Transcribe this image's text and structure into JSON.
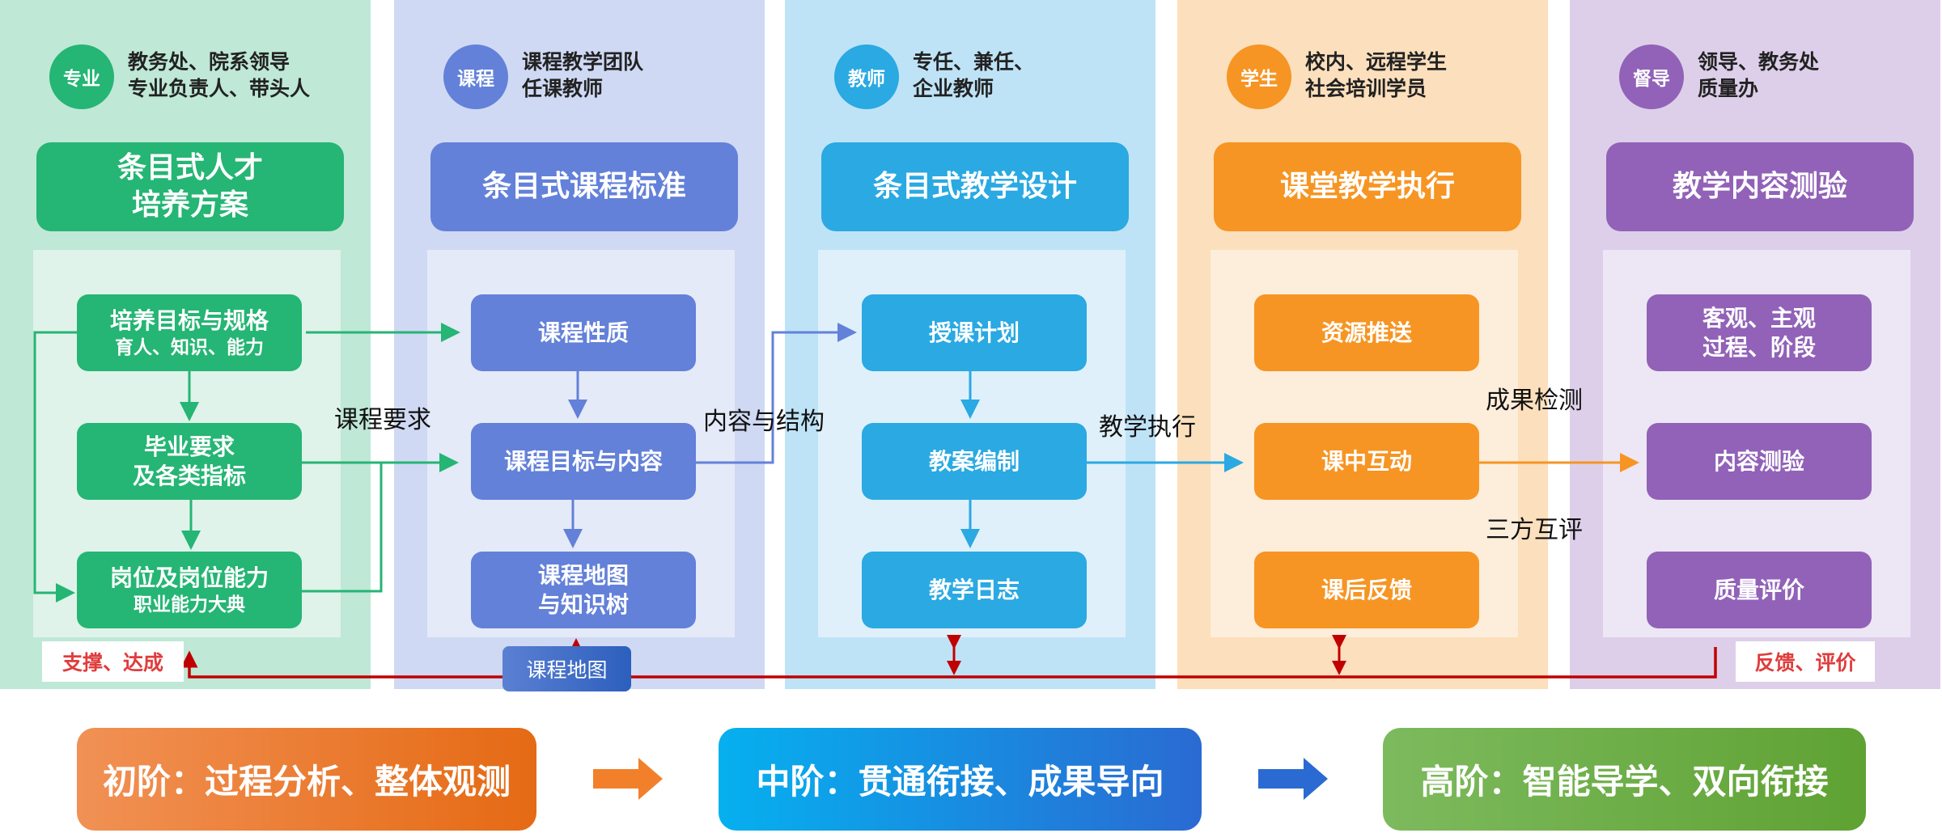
{
  "columns": [
    {
      "circle": "专业",
      "roles": "教务处、院系领导\n专业负责人、带头人",
      "header": "条目式人才\n培养方案",
      "nodes": [
        {
          "l1": "培养目标与规格",
          "l2": "育人、知识、能力"
        },
        {
          "l1": "毕业要求",
          "l2": "及各类指标",
          "big2": true
        },
        {
          "l1": "岗位及岗位能力",
          "l2": "职业能力大典"
        }
      ],
      "colors": {
        "bg": "#bfe8d6",
        "inner": "#dff3ea",
        "main": "#25b574"
      }
    },
    {
      "circle": "课程",
      "roles": "课程教学团队\n任课教师",
      "header": "条目式课程标准",
      "nodes": [
        {
          "l1": "课程性质"
        },
        {
          "l1": "课程目标与内容"
        },
        {
          "l1": "课程地图",
          "l2": "与知识树",
          "big2": true
        }
      ],
      "colors": {
        "bg": "#cfd9f3",
        "inner": "#e4eaf8",
        "main": "#6381d9"
      }
    },
    {
      "circle": "教师",
      "roles": "专任、兼任、\n企业教师",
      "header": "条目式教学设计",
      "nodes": [
        {
          "l1": "授课计划"
        },
        {
          "l1": "教案编制"
        },
        {
          "l1": "教学日志"
        }
      ],
      "colors": {
        "bg": "#bfe3f6",
        "inner": "#dff0fb",
        "main": "#2aa9e2"
      }
    },
    {
      "circle": "学生",
      "roles": "校内、远程学生\n社会培训学员",
      "header": "课堂教学执行",
      "nodes": [
        {
          "l1": "资源推送"
        },
        {
          "l1": "课中互动"
        },
        {
          "l1": "课后反馈"
        }
      ],
      "colors": {
        "bg": "#fcdfbc",
        "inner": "#fdeddb",
        "main": "#f69523"
      }
    },
    {
      "circle": "督导",
      "roles": "领导、教务处\n质量办",
      "header": "教学内容测验",
      "nodes": [
        {
          "l1": "客观、主观",
          "l2": "过程、阶段",
          "big2": true
        },
        {
          "l1": "内容测验"
        },
        {
          "l1": "质量评价"
        }
      ],
      "colors": {
        "bg": "#ddcfe9",
        "inner": "#ede6f4",
        "main": "#9162b8"
      }
    }
  ],
  "connector_labels": {
    "course_requirements": "课程要求",
    "content_structure": "内容与结构",
    "teaching_execution": "教学执行",
    "outcome_testing": "成果检测",
    "three_party_review": "三方互评"
  },
  "feedback": {
    "support_tag": "支撑、达成",
    "feedback_tag": "反馈、评价",
    "course_map_tag": "课程地图",
    "line_color": "#c00000"
  },
  "stages": [
    {
      "label": "初阶：过程分析、整体观测",
      "from": "#f19155",
      "to": "#e56a14"
    },
    {
      "label": "中阶：贯通衔接、成果导向",
      "from": "#06b0ef",
      "to": "#2a6ad2"
    },
    {
      "label": "高阶：智能导学、双向衔接",
      "from": "#7dba5e",
      "to": "#5fa233"
    }
  ],
  "stage_arrows": [
    {
      "color": "#f2802a"
    },
    {
      "color": "#2a6ad2"
    }
  ]
}
